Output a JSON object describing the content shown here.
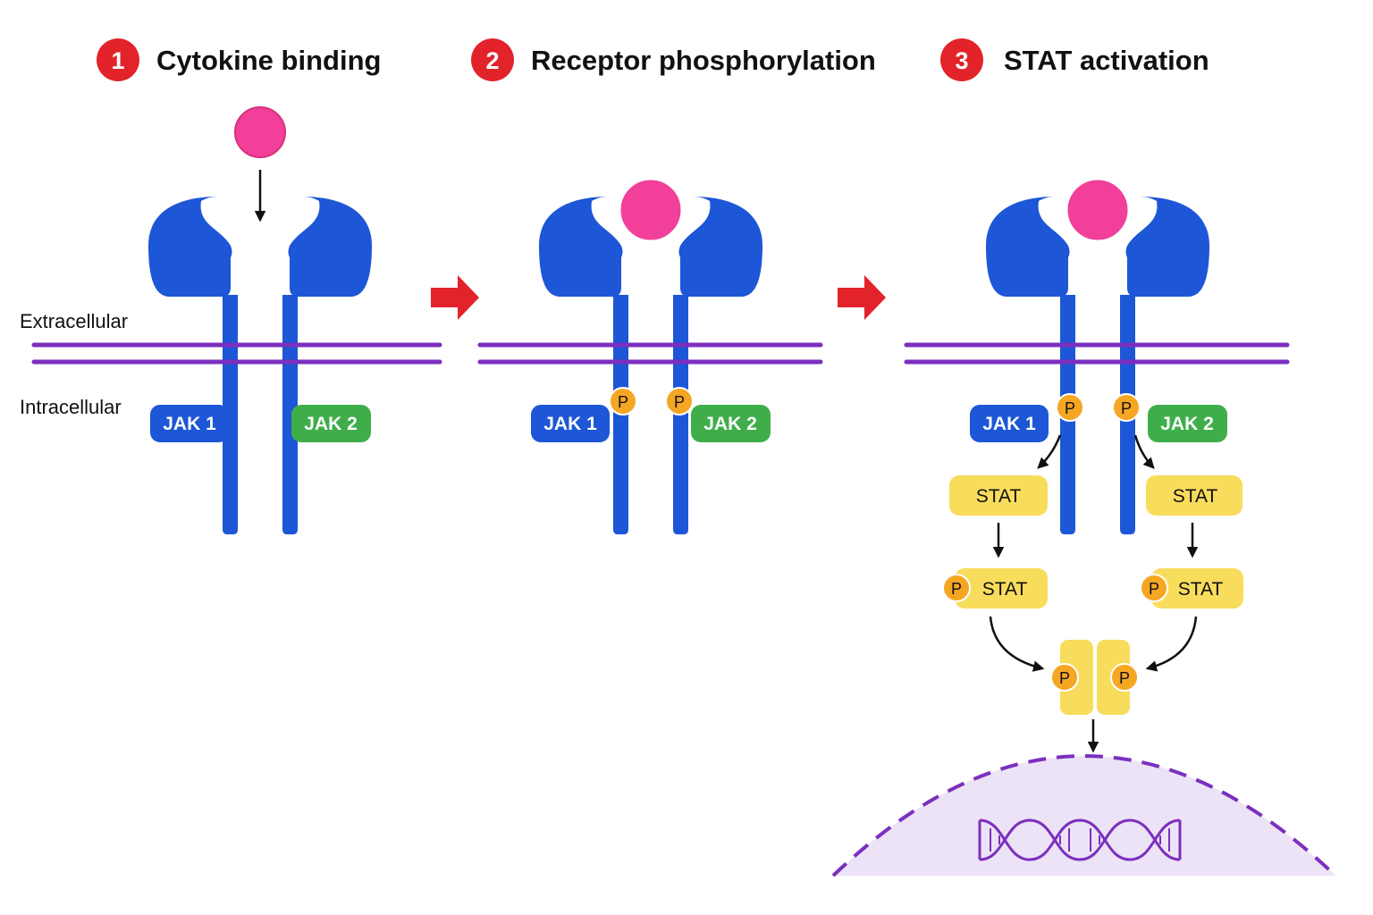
{
  "steps": [
    {
      "number": "1",
      "title": "Cytokine binding"
    },
    {
      "number": "2",
      "title": "Receptor phosphorylation"
    },
    {
      "number": "3",
      "title": "STAT activation"
    }
  ],
  "labels": {
    "extracellular": "Extracellular",
    "intracellular": "Intracellular"
  },
  "kinases": {
    "jak1": "JAK 1",
    "jak2": "JAK 2"
  },
  "stat_label": "STAT",
  "phospho_label": "P",
  "colors": {
    "badge": "#e2232a",
    "receptor": "#1d56d6",
    "cytokine": "#f23f9a",
    "membrane": "#7b2fbf",
    "jak1": "#1d56d6",
    "jak2": "#3fae4a",
    "stat": "#f8dc5c",
    "phosphate": "#f5a623",
    "step_arrow": "#e2232a",
    "nucleus_fill": "#ece3f6",
    "dna": "#7b2fbf"
  },
  "icons": {
    "cytokine": "cytokine-ligand-icon",
    "dna": "dna-helix-icon",
    "transition": "right-arrow-icon"
  }
}
